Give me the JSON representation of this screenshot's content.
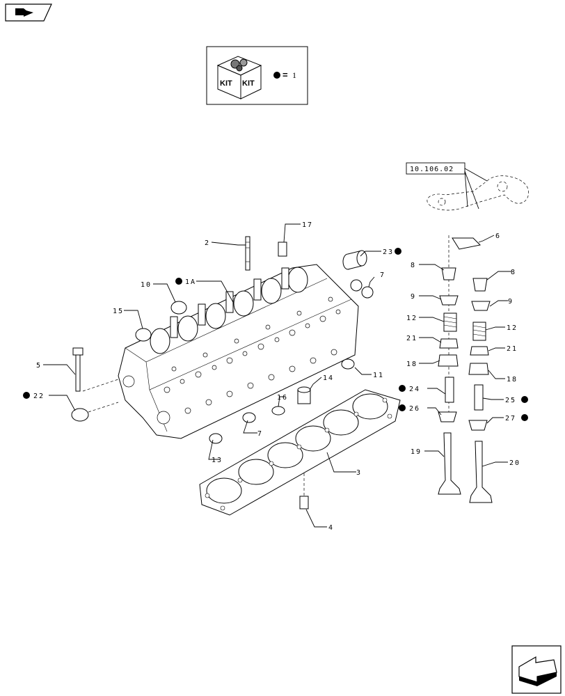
{
  "nav": {
    "top_icon": "page-flip-icon",
    "bottom_icon": "next-page-arrow-icon"
  },
  "kit_legend": {
    "kit_text_1": "KIT",
    "kit_text_2": "KIT",
    "equals": "=",
    "value": "1"
  },
  "reference_box": "10.106.02",
  "callouts": {
    "c1A": "1A",
    "c2": "2",
    "c3": "3",
    "c4": "4",
    "c5": "5",
    "c6": "6",
    "c7a": "7",
    "c7b": "7",
    "c8a": "8",
    "c8b": "8",
    "c9a": "9",
    "c9b": "9",
    "c10": "10",
    "c11": "11",
    "c12a": "12",
    "c12b": "12",
    "c13": "13",
    "c14": "14",
    "c15": "15",
    "c16": "16",
    "c17": "17",
    "c18a": "18",
    "c18b": "18",
    "c19": "19",
    "c20": "20",
    "c21a": "21",
    "c21b": "21",
    "c22": "22",
    "c23": "23",
    "c24": "24",
    "c25": "25",
    "c26": "26",
    "c27": "27"
  },
  "colors": {
    "line": "#000000",
    "background": "#ffffff",
    "kit_dot": "#000000"
  }
}
